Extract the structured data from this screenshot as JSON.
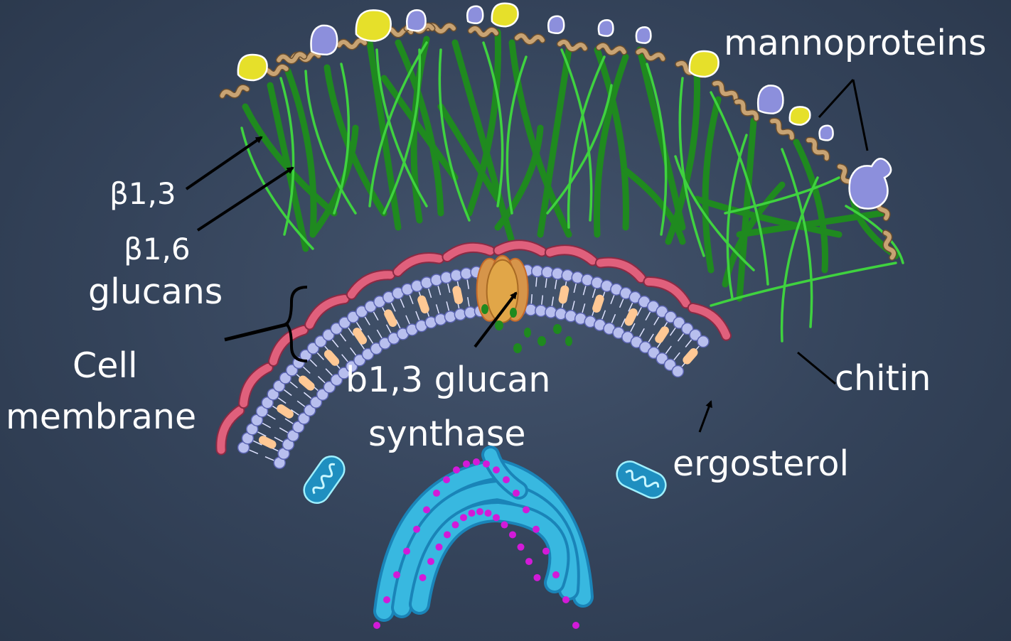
{
  "labels": {
    "mannoproteins": "mannoproteins",
    "beta13": "β1,3",
    "beta16": "β1,6",
    "glucans": "glucans",
    "cell_membrane_line1": "Cell",
    "cell_membrane_line2": "membrane",
    "synthase_line1": "b1,3 glucan",
    "synthase_line2": "synthase",
    "chitin": "chitin",
    "ergosterol": "ergosterol"
  },
  "colors": {
    "background": "#34435a",
    "glucan_dark": "#1f8a1f",
    "glucan_light": "#3fd23f",
    "chitin": "#e0607c",
    "lipid_head": "#b8bfee",
    "ergosterol": "#ffc894",
    "synthase": "#e1a648",
    "mannoprotein_yellow": "#e6e02a",
    "mannoprotein_blue": "#8c8fdc",
    "mannan_chain": "#c8a373",
    "organelle": "#38b8e0",
    "ribosome": "#d21ad8"
  },
  "icons": [
    "mannoprotein-icon",
    "glucan-fiber-icon",
    "chitin-strand-icon",
    "phospholipid-icon",
    "ergosterol-icon",
    "glucan-synthase-icon",
    "mitochondrion-icon",
    "golgi-icon",
    "ribosome-dot-icon"
  ]
}
